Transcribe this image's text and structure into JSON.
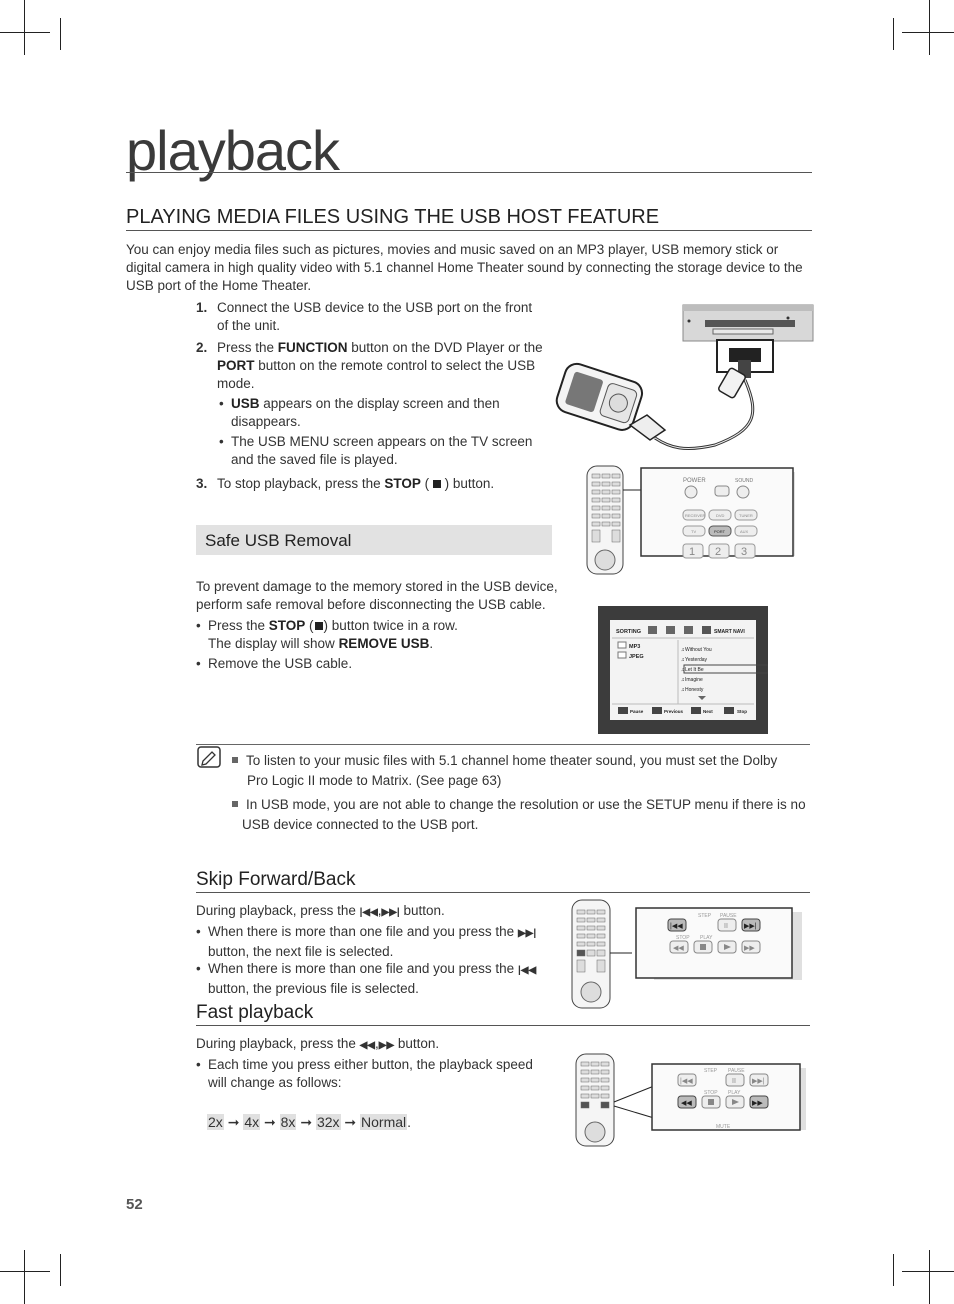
{
  "chapter_title": "playback",
  "section_title": "PLAYING MEDIA FILES USING THE USB HOST FEATURE",
  "intro": "You can enjoy media files such as pictures, movies and music saved on an MP3 player, USB memory stick or digital camera in high quality video with 5.1 channel Home Theater sound by connecting the storage device to the USB port of the Home Theater.",
  "steps": [
    {
      "num": "1.",
      "line1": "Connect the USB device to the USB port on the front",
      "line2": "of the unit."
    },
    {
      "num": "2.",
      "pre": "Press the ",
      "key1": "FUNCTION",
      "mid": " button on the DVD Player or the",
      "key2": "PORT",
      "post": " button on the remote control to select the USB",
      "line3": "mode."
    },
    {
      "num": "3.",
      "pre": "To stop playback, press the ",
      "key": "STOP",
      "post": " button."
    }
  ],
  "step2_bullets": [
    {
      "key": "USB",
      "text": " appears on the display screen and then",
      "line2": "disappears."
    },
    {
      "text": "The USB MENU screen appears on the TV screen",
      "line2": "and the saved file is played."
    }
  ],
  "safe_removal": {
    "heading": "Safe USB Removal",
    "para_line1": "To prevent damage to the memory stored in the USB device,",
    "para_line2": "perform safe removal before disconnecting the USB cable.",
    "bullet1_pre": "Press the ",
    "bullet1_key": "STOP",
    "bullet1_post": " button twice in a row.",
    "bullet1_line2_pre": "The display will show ",
    "bullet1_line2_key": "REMOVE USB",
    "bullet1_line2_post": ".",
    "bullet2": "Remove the USB cable."
  },
  "usb_menu": {
    "sorting": "SORTING",
    "smart_navi": "SMART NAVI",
    "folders": [
      "MP3",
      "JPEG"
    ],
    "tracks": [
      "Without You",
      "Yesterday",
      "Let It Be",
      "Imagine",
      "Honesty"
    ],
    "controls": [
      "Pause",
      "Previous",
      "Next",
      "Stop"
    ]
  },
  "remote_panel": {
    "power": "POWER",
    "sound": "SOUND",
    "buttons": [
      "RECEIVER",
      "DVD",
      "TUNER",
      "TV",
      "PORT",
      "AUX"
    ],
    "numbers": [
      "1",
      "2",
      "3"
    ]
  },
  "notes": [
    {
      "line1": "To listen to your music files with 5.1 channel home theater sound, you must set the Dolby",
      "line2": "Pro Logic II mode to Matrix. (See page 63)"
    },
    {
      "line1": "In USB mode, you are not able to change the resolution or use the SETUP menu if there is no",
      "line2": "USB device connected to the USB port."
    }
  ],
  "skip": {
    "heading": "Skip Forward/Back",
    "line_pre": "During playback, press the ",
    "line_post": " button.",
    "bullet1_line1": "When there is more than one file and you press the",
    "bullet1_line2": "button, the next file is selected.",
    "bullet2_line1": "When there is more than one file and you press the",
    "bullet2_line2": "button, the previous file is selected.",
    "panel_labels": [
      "STEP",
      "PAUSE",
      "STOP",
      "PLAY"
    ]
  },
  "fast": {
    "heading": "Fast playback",
    "line_pre": "During playback, press the ",
    "line_post": " button.",
    "bullet_line1": "Each time you press either button, the playback speed",
    "bullet_line2": "will change as follows:",
    "speeds": [
      "2x",
      "4x",
      "8x",
      "32x",
      "Normal"
    ],
    "panel_labels": [
      "STEP",
      "PAUSE",
      "STOP",
      "PLAY",
      "MUTE"
    ]
  },
  "page_number": "52"
}
